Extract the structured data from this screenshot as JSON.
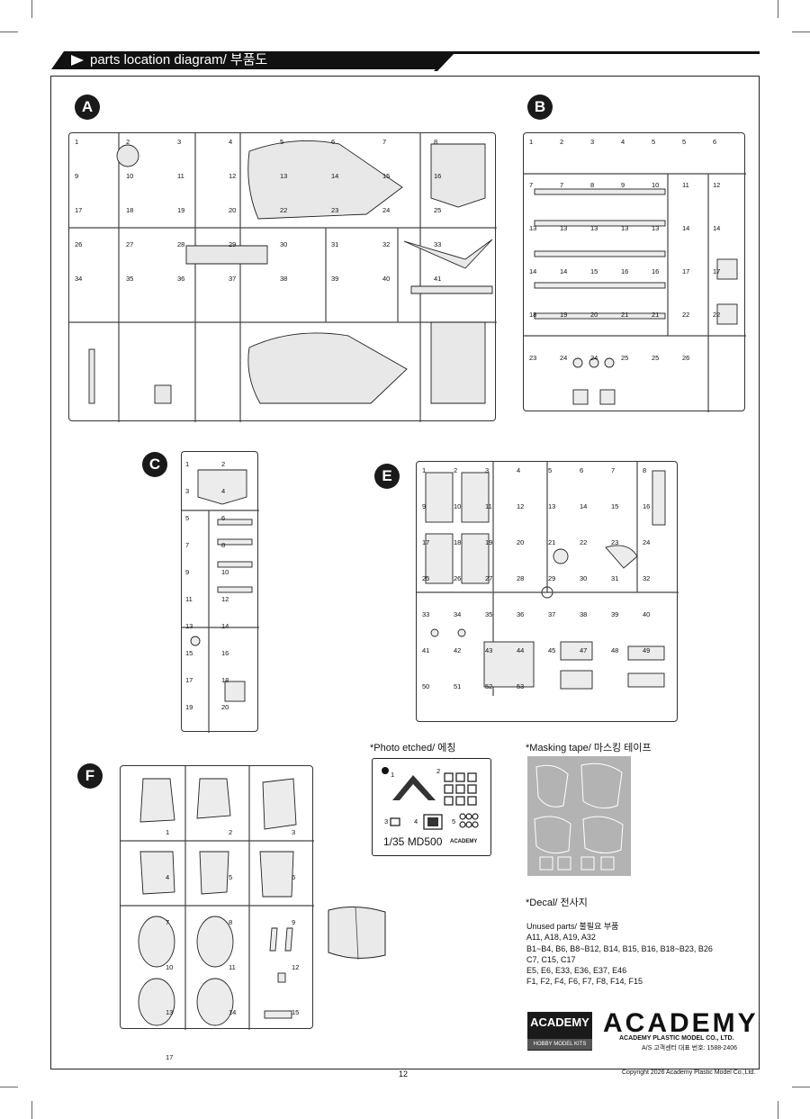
{
  "header": {
    "title": "parts location diagram/ 부품도"
  },
  "sections": [
    {
      "id": "A",
      "letter": "A"
    },
    {
      "id": "B",
      "letter": "B"
    },
    {
      "id": "C",
      "letter": "C"
    },
    {
      "id": "E",
      "letter": "E"
    },
    {
      "id": "F",
      "letter": "F"
    }
  ],
  "sprue_labels": {
    "A": [
      "1",
      "2",
      "3",
      "4",
      "5",
      "6",
      "7",
      "8",
      "9",
      "10",
      "11",
      "12",
      "13",
      "14",
      "15",
      "16",
      "17",
      "18",
      "19",
      "20",
      "22",
      "23",
      "24",
      "25",
      "26",
      "27",
      "28",
      "29",
      "30",
      "31",
      "32",
      "33",
      "34",
      "35",
      "36",
      "37",
      "38",
      "39",
      "40",
      "41"
    ],
    "B": [
      "1",
      "2",
      "3",
      "4",
      "5",
      "5",
      "6",
      "7",
      "7",
      "8",
      "9",
      "10",
      "11",
      "12",
      "13",
      "13",
      "13",
      "13",
      "13",
      "14",
      "14",
      "14",
      "14",
      "15",
      "16",
      "16",
      "17",
      "17",
      "18",
      "19",
      "20",
      "21",
      "21",
      "22",
      "22",
      "23",
      "24",
      "24",
      "25",
      "25",
      "26"
    ],
    "C": [
      "1",
      "2",
      "3",
      "4",
      "5",
      "6",
      "7",
      "8",
      "9",
      "10",
      "11",
      "12",
      "13",
      "14",
      "15",
      "16",
      "17",
      "18",
      "19",
      "20"
    ],
    "E": [
      "1",
      "2",
      "3",
      "4",
      "5",
      "6",
      "7",
      "8",
      "9",
      "10",
      "11",
      "12",
      "13",
      "14",
      "15",
      "16",
      "17",
      "18",
      "19",
      "20",
      "21",
      "22",
      "23",
      "24",
      "25",
      "26",
      "27",
      "28",
      "29",
      "30",
      "31",
      "32",
      "33",
      "34",
      "35",
      "36",
      "37",
      "38",
      "39",
      "40",
      "41",
      "42",
      "43",
      "44",
      "45",
      "47",
      "48",
      "49",
      "50",
      "51",
      "52",
      "53"
    ],
    "F": [
      "1",
      "2",
      "3",
      "4",
      "5",
      "6",
      "7",
      "8",
      "9",
      "10",
      "11",
      "12",
      "13",
      "14",
      "15",
      "17"
    ]
  },
  "photo_etched": {
    "caption": "*Photo etched/ 에칭",
    "labels": [
      "1",
      "2",
      "3",
      "4",
      "5"
    ],
    "model": "1/35 MD500",
    "brand": "ACADEMY"
  },
  "masking": {
    "caption": "*Masking tape/ 마스킹 테이프"
  },
  "decal": {
    "caption": "*Decal/ 전사지"
  },
  "unused": {
    "title": "Unused parts/ 불필요 부품",
    "lines": [
      "A11, A18, A19, A32",
      "B1~B4, B6, B8~B12, B14, B15, B16, B18~B23, B26",
      "C7, C15, C17",
      "E5, E6, E33, E36, E37, E46",
      "F1, F2, F4, F6, F7, F8, F14, F15"
    ]
  },
  "brand": {
    "box_title": "ACADEMY",
    "box_sub": "HOBBY MODEL KITS",
    "logo": "ACADEMY",
    "company": "ACADEMY PLASTIC MODEL CO., LTD.",
    "as_center": "A/S 고객센터 대표 번호: 1588-2406"
  },
  "footer": {
    "page": "12",
    "copyright": "Copyright 2026 Academy Plastic Model Co.,Ltd."
  }
}
